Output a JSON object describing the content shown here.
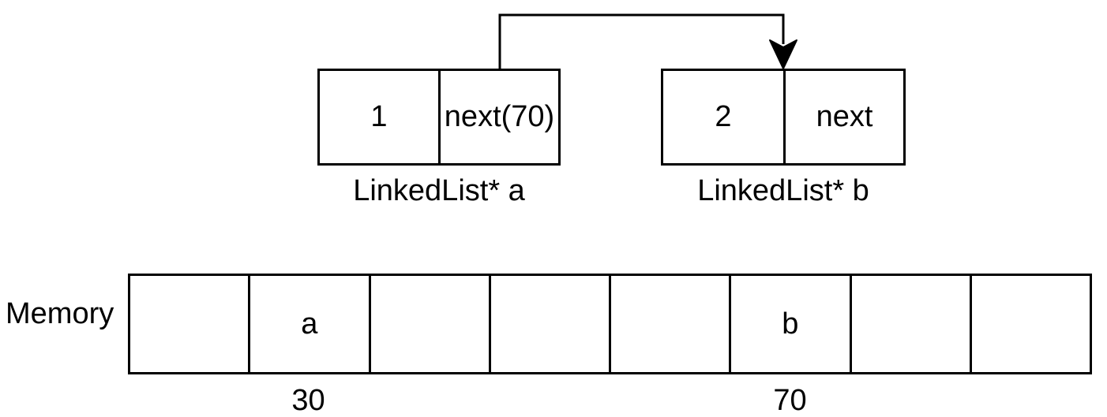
{
  "diagram": {
    "nodes": [
      {
        "id": "a",
        "value": "1",
        "pointer_label": "next(70)",
        "caption": "LinkedList* a"
      },
      {
        "id": "b",
        "value": "2",
        "pointer_label": "next",
        "caption": "LinkedList* b"
      }
    ],
    "arrow": {
      "from": "node-a-next-cell",
      "to": "node-b",
      "description": "pointer arrow from a's next(70) field to node b"
    },
    "memory": {
      "label": "Memory",
      "cells": [
        "",
        "a",
        "",
        "",
        "",
        "b",
        "",
        ""
      ],
      "address_labels": [
        {
          "cell_index": 1,
          "text": "30"
        },
        {
          "cell_index": 5,
          "text": "70"
        }
      ]
    },
    "colors": {
      "stroke": "#000000",
      "background": "#ffffff",
      "text": "#000000"
    }
  }
}
